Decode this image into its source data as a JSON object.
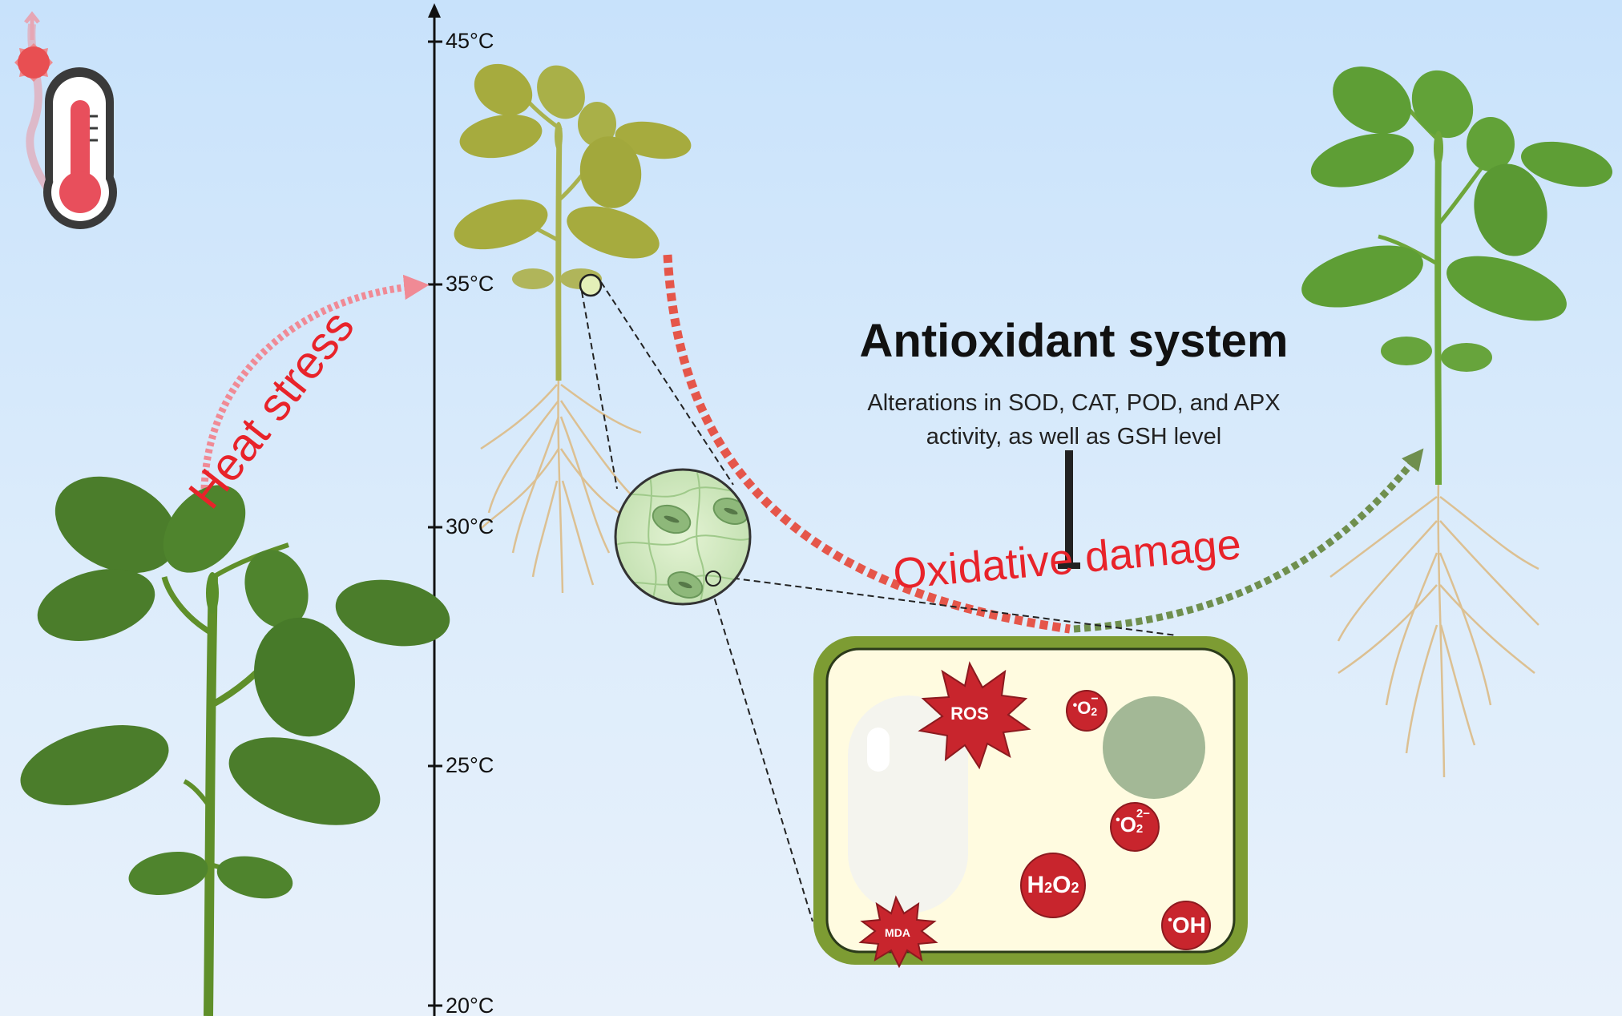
{
  "axis": {
    "ticks": [
      {
        "label": "45°C"
      },
      {
        "label": "35°C"
      },
      {
        "label": "30°C"
      },
      {
        "label": "25°C"
      },
      {
        "label": "20°C"
      }
    ]
  },
  "labels": {
    "heat_stress": "Heat stress",
    "oxidative_damage": "Oxidative damage",
    "antioxidant_title": "Antioxidant system",
    "antioxidant_line1": "Alterations in SOD, CAT, POD, and APX",
    "antioxidant_line2": "activity, as well as GSH level"
  },
  "cell_species": {
    "ros": "ROS",
    "mda": "MDA",
    "superoxide_base": "O",
    "superoxide_charge": "−",
    "peroxide_charge": "2−",
    "h2o2_h": "H",
    "h2o2_o": "O",
    "sub_two": "2",
    "hydroxyl": "OH",
    "radical_dot": "•"
  },
  "colors": {
    "heat_arrow": "#f08a95",
    "damage_arrow": "#e5564a",
    "recovery_arrow": "#6f8f4e",
    "label_red": "#e8232a",
    "radical_red": "#c8252d",
    "cell_wall": "#7d9c33",
    "cytoplasm": "#fffbe0",
    "nucleus": "#a3b896"
  },
  "icons": {
    "thermometer": "thermometer-icon",
    "sun": "sun-icon"
  }
}
